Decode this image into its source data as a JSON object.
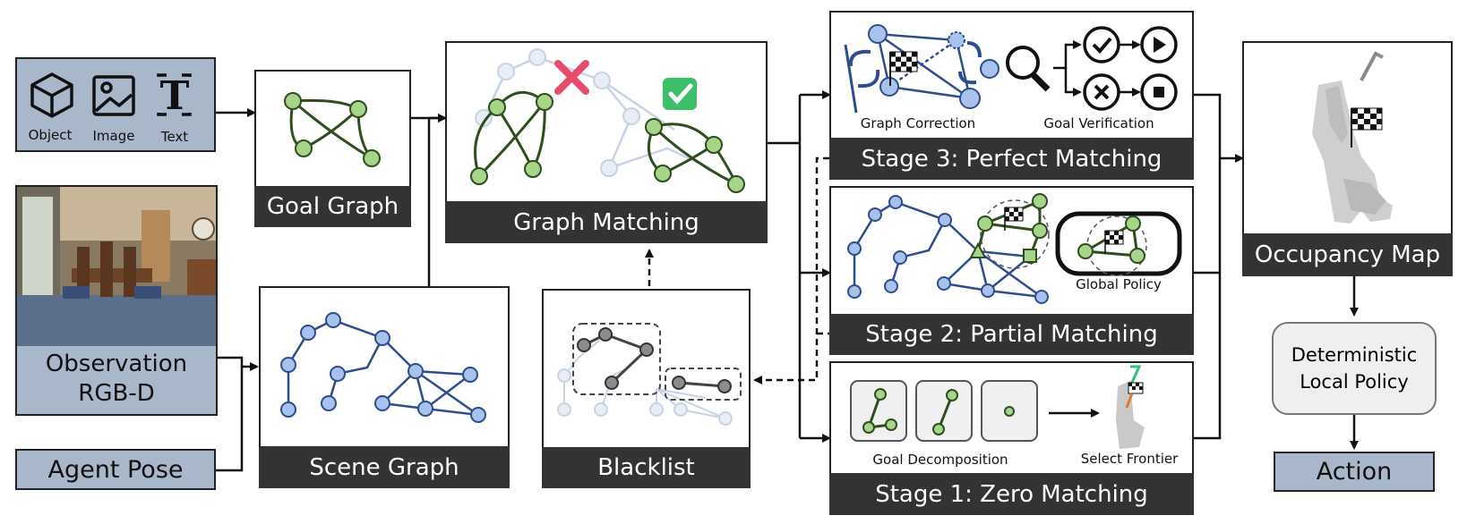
{
  "inputs": {
    "object": "Object",
    "image": "Image",
    "text": "Text"
  },
  "goal_graph": {
    "title": "Goal Graph"
  },
  "graph_matching": {
    "title": "Graph Matching"
  },
  "observation": {
    "line1": "Observation",
    "line2": "RGB-D"
  },
  "agent_pose": {
    "label": "Agent Pose"
  },
  "scene_graph": {
    "title": "Scene Graph"
  },
  "blacklist": {
    "title": "Blacklist"
  },
  "stage3": {
    "title": "Stage 3: Perfect Matching",
    "correction": "Graph Correction",
    "verification": "Goal Verification"
  },
  "stage2": {
    "title": "Stage 2: Partial Matching",
    "policy": "Global Policy"
  },
  "stage1": {
    "title": "Stage 1: Zero Matching",
    "decomposition": "Goal Decomposition",
    "frontier": "Select Frontier"
  },
  "occupancy": {
    "title": "Occupancy Map"
  },
  "local_policy": {
    "line1": "Deterministic",
    "line2": "Local Policy"
  },
  "action": {
    "label": "Action"
  },
  "colors": {
    "green_node": "#a6d58a",
    "green_edge": "#2f4d1f",
    "blue_node": "#a9c2ec",
    "blue_edge": "#2d4d8f",
    "panel": "#a9b7cb",
    "bar": "#333333"
  }
}
